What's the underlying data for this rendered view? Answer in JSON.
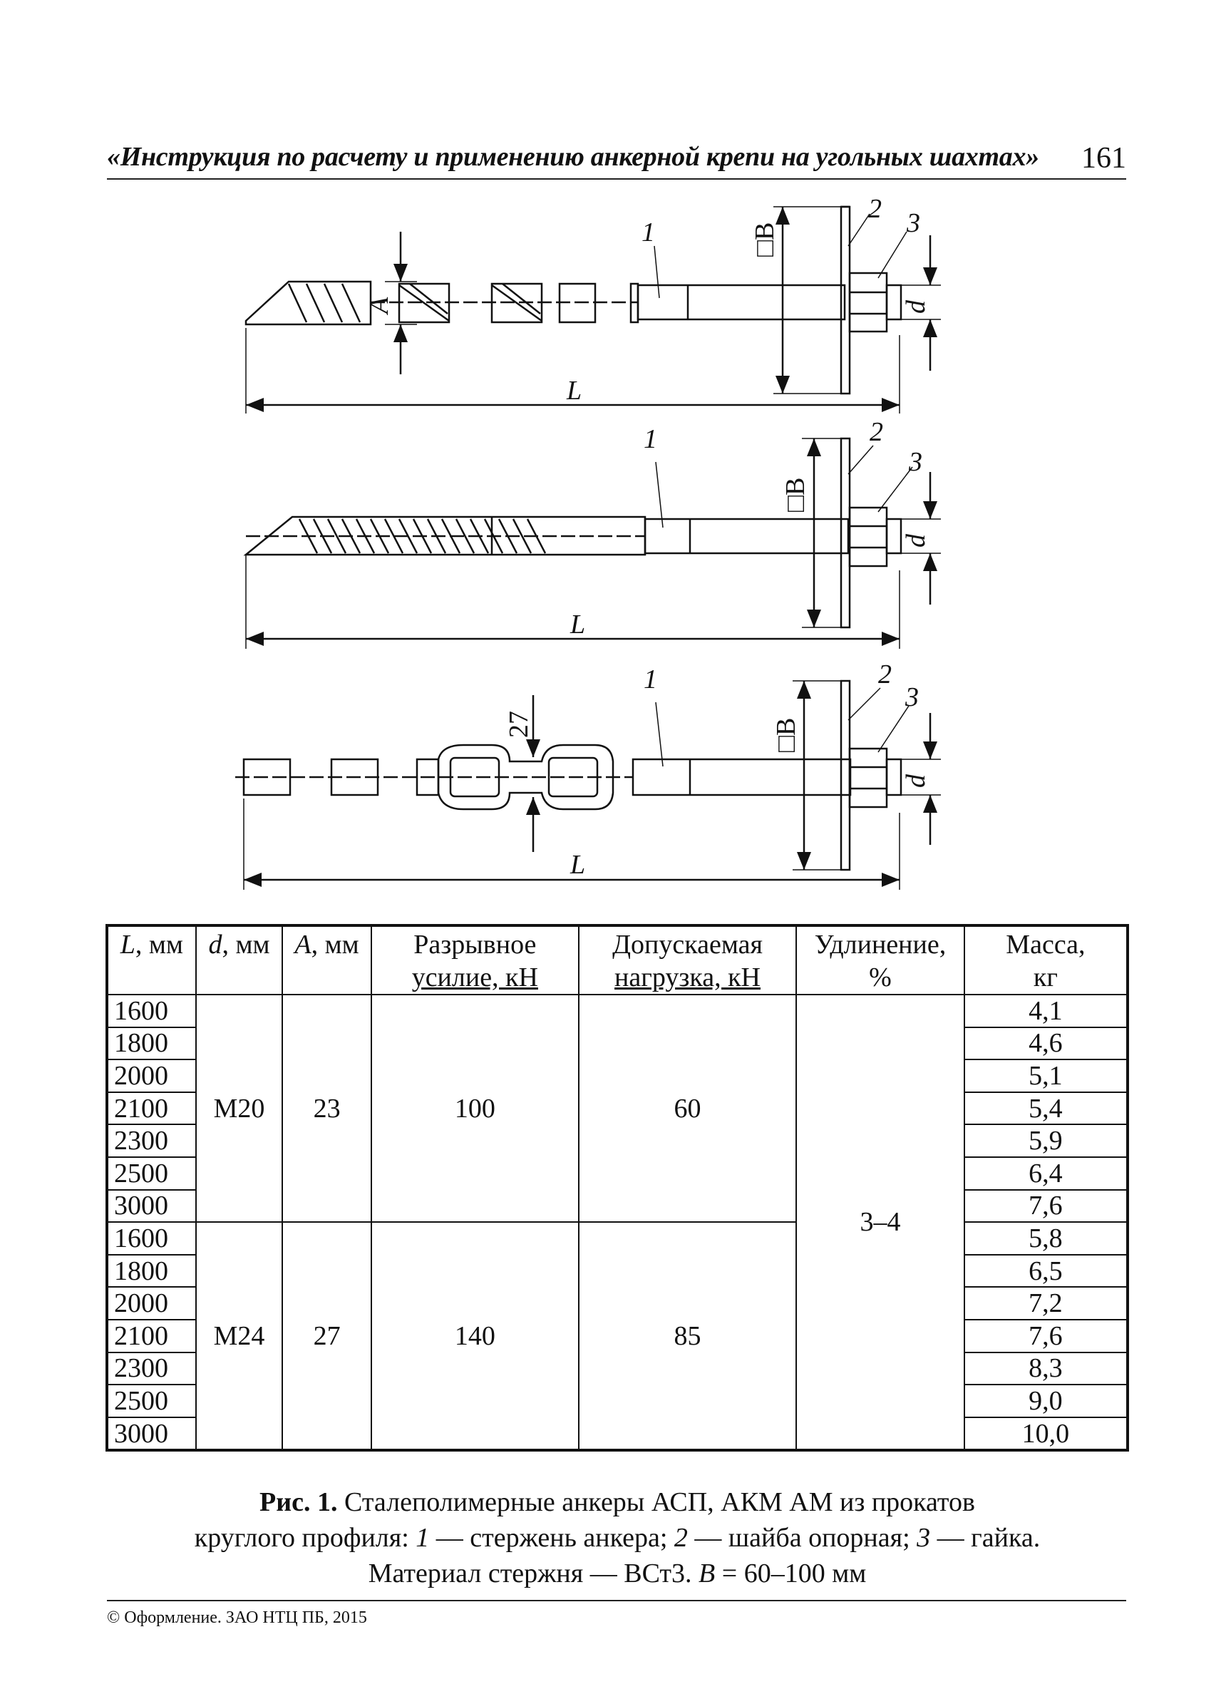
{
  "header": {
    "title": "«Инструкция по расчету и применению анкерной крепи на угольных шахтах»",
    "page_number": "161"
  },
  "figure": {
    "labels": {
      "rod": "1",
      "washer": "2",
      "nut": "3",
      "length": "L",
      "diameter": "d",
      "anchor_size": "A",
      "washer_size": "□B",
      "size_27": "27"
    }
  },
  "table": {
    "headers": {
      "length": "L, мм",
      "diameter": "d, мм",
      "a": "A, мм",
      "breaking_line1": "Разрывное",
      "breaking_line2": "усилие, кН",
      "load_line1": "Допускаемая",
      "load_line2": "нагрузка, кН",
      "elong_line1": "Удлинение,",
      "elong_line2": "%",
      "mass_line1": "Масса,",
      "mass_line2": "кг"
    },
    "groups": [
      {
        "diameter": "М20",
        "a": "23",
        "breaking": "100",
        "load": "60",
        "rows": [
          {
            "length": "1600",
            "mass": "4,1"
          },
          {
            "length": "1800",
            "mass": "4,6"
          },
          {
            "length": "2000",
            "mass": "5,1"
          },
          {
            "length": "2100",
            "mass": "5,4"
          },
          {
            "length": "2300",
            "mass": "5,9"
          },
          {
            "length": "2500",
            "mass": "6,4"
          },
          {
            "length": "3000",
            "mass": "7,6"
          }
        ]
      },
      {
        "diameter": "М24",
        "a": "27",
        "breaking": "140",
        "load": "85",
        "rows": [
          {
            "length": "1600",
            "mass": "5,8"
          },
          {
            "length": "1800",
            "mass": "6,5"
          },
          {
            "length": "2000",
            "mass": "7,2"
          },
          {
            "length": "2100",
            "mass": "7,6"
          },
          {
            "length": "2300",
            "mass": "8,3"
          },
          {
            "length": "2500",
            "mass": "9,0"
          },
          {
            "length": "3000",
            "mass": "10,0"
          }
        ]
      }
    ],
    "elongation": "3–4"
  },
  "caption": {
    "fig_label": "Рис. 1.",
    "text1": "Сталеполимерные анкеры АСП, АКМ АМ из прокатов",
    "text2_a": "круглого профиля: ",
    "n1": "1",
    "t1": " — стержень анкера; ",
    "n2": "2",
    "t2": " — шайба опорная; ",
    "n3": "3",
    "t3": " — гайка.",
    "text3_a": "Материал стержня — ВСт3. ",
    "b_var": "B",
    "text3_b": " = 60–100 мм"
  },
  "footer": {
    "copyright": "© Оформление. ЗАО НТЦ ПБ, 2015"
  }
}
